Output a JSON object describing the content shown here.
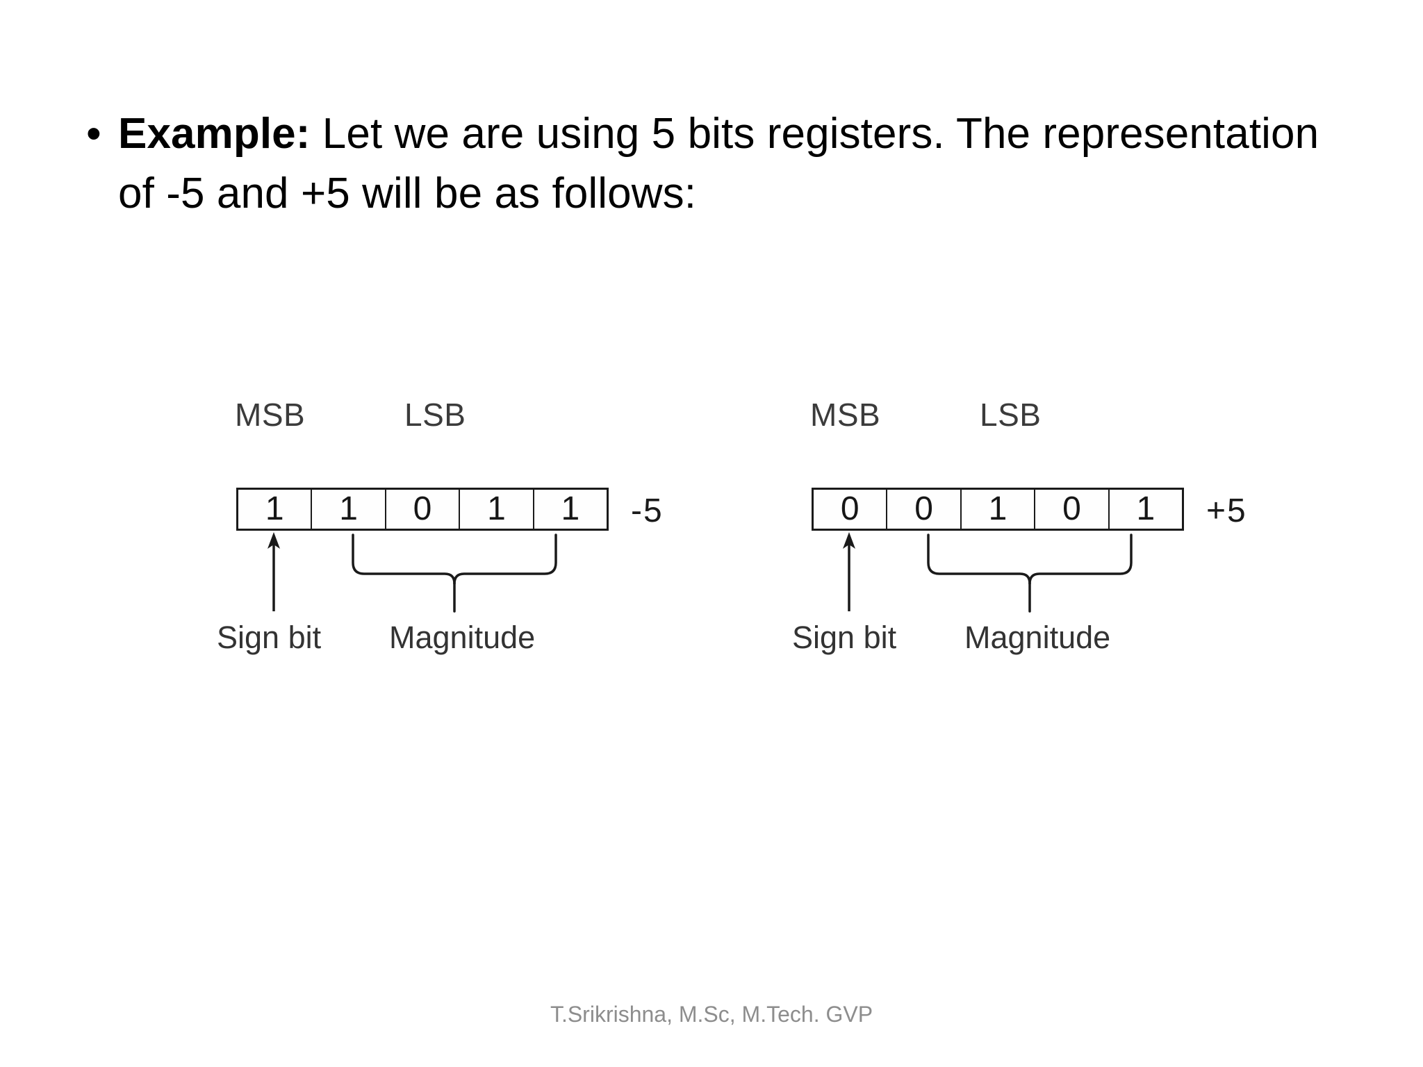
{
  "slide": {
    "bullet_marker": "•",
    "lead_label": "Example:",
    "body_text": " Let we are using 5 bits registers. The representation of -5 and +5 will be as follows:"
  },
  "diagrams": [
    {
      "id": "negative-five",
      "msb_label": "MSB",
      "lsb_label": "LSB",
      "bits": [
        "1",
        "1",
        "0",
        "1",
        "1"
      ],
      "value_label": "-5",
      "sign_bit_label": "Sign bit",
      "magnitude_label": "Magnitude"
    },
    {
      "id": "positive-five",
      "msb_label": "MSB",
      "lsb_label": "LSB",
      "bits": [
        "0",
        "0",
        "1",
        "0",
        "1"
      ],
      "value_label": "+5",
      "sign_bit_label": "Sign bit",
      "magnitude_label": "Magnitude"
    }
  ],
  "footer": {
    "text": "T.Srikrishna, M.Sc, M.Tech. GVP"
  },
  "colors": {
    "background": "#ffffff",
    "text": "#000000",
    "diagram_ink": "#1a1a1a",
    "footer_text": "#8d8d8d"
  }
}
